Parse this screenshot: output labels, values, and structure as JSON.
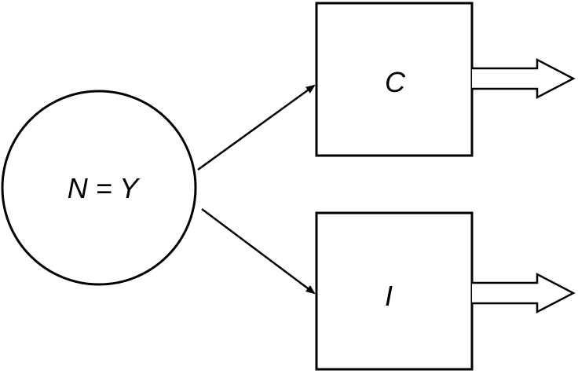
{
  "diagram": {
    "nodes": {
      "source": {
        "label": "N = Y",
        "shape": "circle"
      },
      "top_box": {
        "label": "C",
        "shape": "box"
      },
      "bottom_box": {
        "label": "I",
        "shape": "box"
      }
    },
    "edges": [
      {
        "from": "source",
        "to": "top_box",
        "style": "arrow"
      },
      {
        "from": "source",
        "to": "bottom_box",
        "style": "arrow"
      }
    ],
    "outputs": [
      {
        "from": "top_box",
        "style": "hollow-arrow"
      },
      {
        "from": "bottom_box",
        "style": "hollow-arrow"
      }
    ],
    "colors": {
      "stroke": "#000000",
      "background": "#ffffff"
    }
  }
}
